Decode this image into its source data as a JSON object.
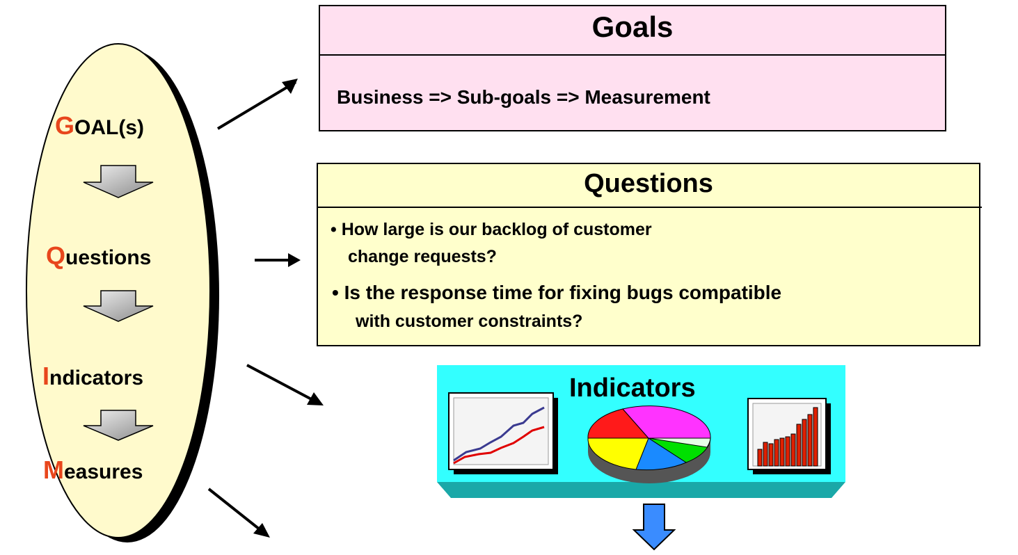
{
  "gqim": {
    "items": [
      {
        "initial": "G",
        "rest": "OAL(s)"
      },
      {
        "initial": "Q",
        "rest": "uestions"
      },
      {
        "initial": "I",
        "rest": "ndicators"
      },
      {
        "initial": "M",
        "rest": "easures"
      }
    ]
  },
  "goals_box": {
    "title": "Goals",
    "text": "Business => Sub-goals => Measurement"
  },
  "questions_box": {
    "title": "Questions",
    "bullets": [
      {
        "line1": "• How large is our backlog of customer",
        "line2": "change requests?"
      },
      {
        "line1": "•  Is the response time for fixing bugs compatible",
        "line2": "with customer constraints?"
      }
    ]
  },
  "indicators_panel": {
    "title": "Indicators"
  },
  "colors": {
    "ellipse_fill": "#fffacc",
    "initial_letter": "#e8461c",
    "goals_fill": "#ffe0f0",
    "questions_fill": "#ffffcc",
    "panel_face": "#33ffff",
    "panel_bottom": "#1aa8a8",
    "down_arrow": "#3a8cff"
  }
}
